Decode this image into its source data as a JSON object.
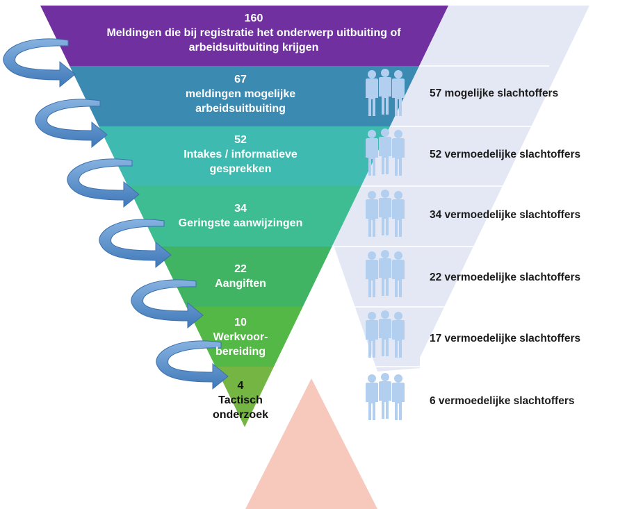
{
  "colors": {
    "background": "#ffffff",
    "shadow_funnel": "#e3e8f4",
    "people": "#b3cff0",
    "arrow": "#4a86c6",
    "arrow_light": "#86b2e0",
    "triangle": "#f7c8bc"
  },
  "stages": [
    {
      "value": 160,
      "label": "Meldingen die bij registratie het onderwerp uitbuiting of arbeidsuitbuiting krijgen",
      "color": "#7030a0",
      "text_color": "#ffffff"
    },
    {
      "value": 67,
      "label": "meldingen mogelijke arbeidsuitbuiting",
      "color": "#3b8ab1",
      "text_color": "#ffffff"
    },
    {
      "value": 52,
      "label": "Intakes / informatieve gesprekken",
      "color": "#3ebab0",
      "text_color": "#ffffff"
    },
    {
      "value": 34,
      "label": "Geringste aanwijzingen",
      "color": "#3dbd91",
      "text_color": "#ffffff"
    },
    {
      "value": 22,
      "label": "Aangiften",
      "color": "#41b463",
      "text_color": "#ffffff"
    },
    {
      "value": 10,
      "label": "Werkvoor-bereiding",
      "color": "#53b846",
      "text_color": "#ffffff"
    },
    {
      "value": 4,
      "label": "Tactisch onderzoek",
      "color": "#74b544",
      "text_color": "#111111"
    }
  ],
  "victims": [
    {
      "value": 57,
      "label": "57 mogelijke slachtoffers",
      "icon": "people-icon"
    },
    {
      "value": 52,
      "label": "52 vermoedelijke slachtoffers",
      "icon": "people-icon"
    },
    {
      "value": 34,
      "label": "34 vermoedelijke slachtoffers",
      "icon": "people-icon"
    },
    {
      "value": 22,
      "label": "22 vermoedelijke slachtoffers",
      "icon": "people-icon"
    },
    {
      "value": 17,
      "label": "17 vermoedelijke slachtoffers",
      "icon": "people-icon"
    },
    {
      "value": 6,
      "label": "6 vermoedelijke slachtoffers",
      "icon": "people-icon"
    }
  ]
}
